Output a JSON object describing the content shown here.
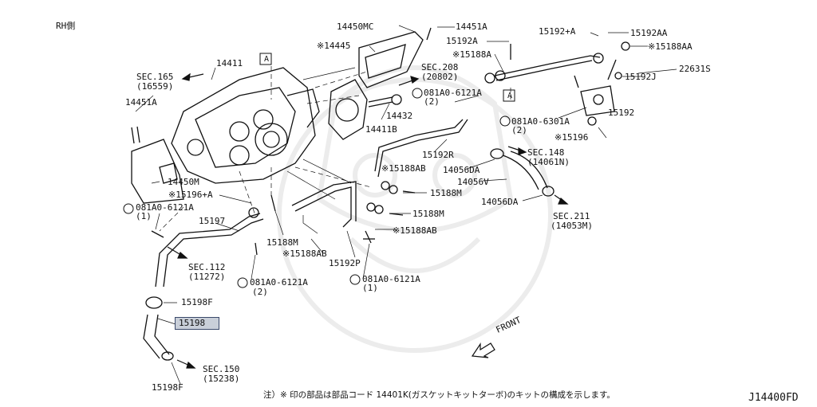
{
  "side_label": "RH側",
  "diagram_code": "J14400FD",
  "footnote": "注）※ 印の部品は部品コード 14401K(ガスケットキットターボ)のキットの構成を示します。",
  "front_label": "FRONT",
  "ref_marker": "A",
  "parts": {
    "p14450MC": "14450MC",
    "p14451A_top": "14451A",
    "p14445": "※14445",
    "p15192A": "15192A",
    "p15192PA": "15192+A",
    "p15192AA": "15192AA",
    "p15188AA": "※15188AA",
    "p22631S": "22631S",
    "p14411": "14411",
    "p15188A": "※15188A",
    "p15192J": "15192J",
    "sec165": "SEC.165",
    "sec165_ref": "(16559)",
    "sec208": "SEC.208",
    "sec208_ref": "(20802)",
    "p14451A_left": "14451A",
    "b081A0_6121A_top": "081A0-6121A",
    "b081A0_6121A_top_qty": "(2)",
    "p14432": "14432",
    "b081A0_6301A": "081A0-6301A",
    "b081A0_6301A_qty": "(2)",
    "p15192": "15192",
    "p14411B": "14411B",
    "p15196": "※15196",
    "p15192R": "15192R",
    "sec148": "SEC.148",
    "sec148_ref": "(14061N)",
    "p15188AB_top": "※15188AB",
    "p14056DA_top": "14056DA",
    "p14450M": "14450M",
    "p14056V": "14056V",
    "p15196A": "※15196+A",
    "p15188M_right": "15188M",
    "p14056DA_right": "14056DA",
    "b081A0_6121A_left": "081A0-6121A",
    "b081A0_6121A_left_qty": "(1)",
    "p15197": "15197",
    "sec211": "SEC.211",
    "sec211_ref": "(14053M)",
    "p15188M_mid": "15188M",
    "p15188AB_right": "※15188AB",
    "p15188M_low": "15188M",
    "p15188AB_low": "※15188AB",
    "sec112": "SEC.112",
    "sec112_ref": "(11272)",
    "p15192P": "15192P",
    "b081A0_6121A_bl": "081A0-6121A",
    "b081A0_6121A_bl_qty": "(2)",
    "b081A0_6121A_br": "081A0-6121A",
    "b081A0_6121A_br_qty": "(1)",
    "p15198F_top": "15198F",
    "p15198": "15198",
    "sec150": "SEC.150",
    "sec150_ref": "(15238)",
    "p15198F_bottom": "15198F"
  }
}
